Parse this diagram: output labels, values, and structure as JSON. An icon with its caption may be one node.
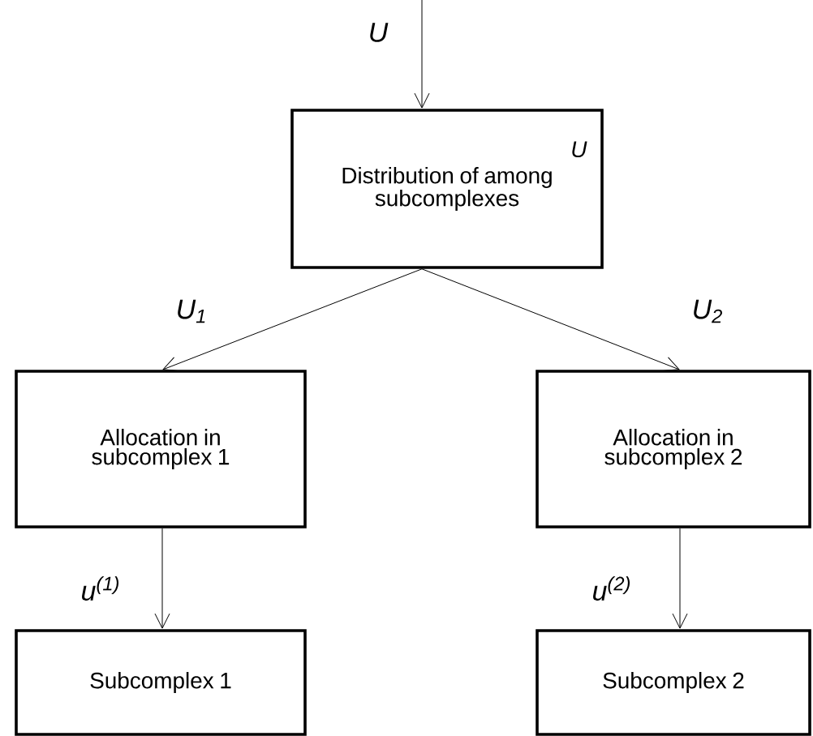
{
  "diagram": {
    "nodes": [
      {
        "text": [
          "Distribution of among subcomplexes",
          "U"
        ]
      },
      {
        "text": [
          "Allocation in subcomplex 1"
        ]
      },
      {
        "text": [
          "Allocation in subcomplex 2"
        ]
      },
      {
        "text": [
          "Subcomplex 1"
        ]
      },
      {
        "text": [
          "Subcomplex 2"
        ]
      }
    ],
    "edges": [
      {
        "from": null,
        "to": 0,
        "arrow": "to",
        "label": "U"
      },
      {
        "from": 0,
        "to": 1,
        "arrow": "to",
        "label": "U$_{1}$"
      },
      {
        "from": 0,
        "to": 2,
        "arrow": "to",
        "label": "U$_{2}$"
      },
      {
        "from": 1,
        "to": 3,
        "arrow": "to",
        "label": "u$^{(1)}$"
      },
      {
        "from": 2,
        "to": 4,
        "arrow": "to",
        "label": "u$^{(2)}$"
      }
    ]
  }
}
